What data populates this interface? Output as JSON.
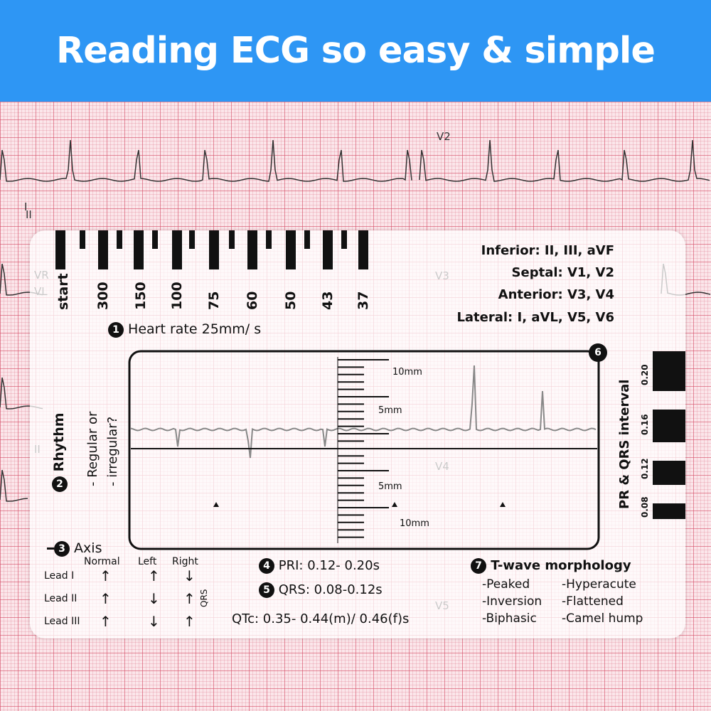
{
  "banner": {
    "title": "Reading ECG so easy & simple"
  },
  "ecg_background": {
    "lead_labels": [
      "I",
      "V2",
      "II",
      "VR",
      "VL",
      "II",
      "V3",
      "V4",
      "V5"
    ]
  },
  "card": {
    "rate_scale": {
      "labels": [
        "start",
        "300",
        "150",
        "100",
        "75",
        "60",
        "50",
        "43",
        "37"
      ]
    },
    "lead_territories": [
      "Inferior: II, III, aVF",
      "Septal: V1, V2",
      "Anterior: V3, V4",
      "Lateral: I, aVL, V5, V6"
    ],
    "heart_rate": {
      "number": "1",
      "label": "Heart rate 25mm/ s"
    },
    "rhythm": {
      "number": "2",
      "title": "Rhythm",
      "line1": "- Regular or",
      "line2": "- irregular?"
    },
    "ruler_box": {
      "number": "6",
      "ticks": {
        "top_10": "10mm",
        "top_5": "5mm",
        "bottom_5": "5mm",
        "bottom_10": "10mm"
      }
    },
    "interval_scale": {
      "title": "PR & QRS interval",
      "labels": [
        "0.20",
        "0.16",
        "0.12",
        "0.08"
      ]
    },
    "axis": {
      "number": "3",
      "title": "Axis",
      "columns": [
        "Normal",
        "Left",
        "Right"
      ],
      "qrs_label": "QRS",
      "rows": [
        {
          "lead": "Lead I",
          "arrows": [
            "↑",
            "↑",
            "↓"
          ]
        },
        {
          "lead": "Lead II",
          "arrows": [
            "↑",
            "↓",
            "↑"
          ]
        },
        {
          "lead": "Lead III",
          "arrows": [
            "↑",
            "↓",
            "↑"
          ]
        }
      ]
    },
    "pri": {
      "number": "4",
      "label": "PRI: 0.12- 0.20s"
    },
    "qrs": {
      "number": "5",
      "label": "QRS: 0.08-0.12s"
    },
    "qtc": {
      "label": "QTc: 0.35- 0.44(m)/ 0.46(f)s"
    },
    "t_wave": {
      "number": "7",
      "title": "T-wave morphology",
      "col1": [
        "-Peaked",
        "-Inversion",
        "-Biphasic"
      ],
      "col2": [
        "-Hyperacute",
        "-Flattened",
        "-Camel hump"
      ]
    }
  }
}
